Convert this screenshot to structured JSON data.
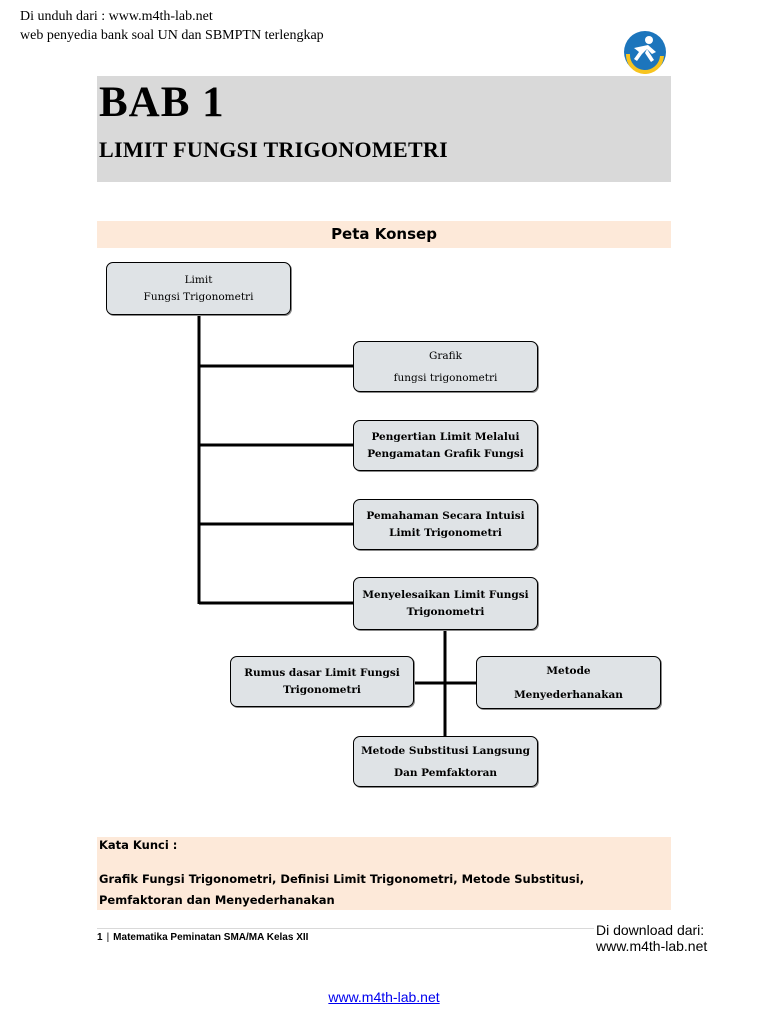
{
  "header": {
    "line1": "Di unduh dari : www.m4th-lab.net",
    "line2": "web penyedia bank soal UN dan SBMPTN terlengkap"
  },
  "logo": {
    "icon": "tut-wuri-handayani-logo",
    "colors": [
      "#1c75bc",
      "#f7c41f",
      "#ffffff"
    ]
  },
  "chapter": {
    "number": "BAB 1",
    "title": "LIMIT FUNGSI TRIGONOMETRI"
  },
  "concept_map": {
    "heading": "Peta Konsep",
    "root": [
      "Limit",
      "Fungsi Trigonometri"
    ],
    "branches": [
      [
        "Grafik",
        "fungsi trigonometri"
      ],
      [
        "Pengertian Limit Melalui",
        "Pengamatan Grafik Fungsi"
      ],
      [
        "Pemahaman Secara Intuisi",
        "Limit Trigonometri"
      ],
      [
        "Menyelesaikan Limit Fungsi",
        "Trigonometri"
      ]
    ],
    "sub_branches": {
      "left": [
        "Rumus dasar Limit Fungsi",
        "Trigonometri"
      ],
      "right": [
        "Metode",
        "Menyederhanakan"
      ],
      "bottom": [
        "Metode Substitusi Langsung",
        "Dan Pemfaktoran"
      ]
    }
  },
  "keywords": {
    "label": "Kata Kunci :",
    "text": "Grafik Fungsi Trigonometri, Definisi Limit Trigonometri, Metode Substitusi, Pemfaktoran dan Menyederhanakan"
  },
  "footer": {
    "page_number": "1",
    "separator": "|",
    "book": "Matematika Peminatan SMA/MA Kelas XII"
  },
  "download": {
    "line1": "Di download dari:",
    "line2": "www.m4th-lab.net"
  },
  "bottom_link": "www.m4th-lab.net",
  "colors": {
    "chapter_bg": "#d9d9d9",
    "peach_bg": "#fde9d9",
    "node_bg": "#dfe3e6",
    "link": "#0000ee"
  }
}
